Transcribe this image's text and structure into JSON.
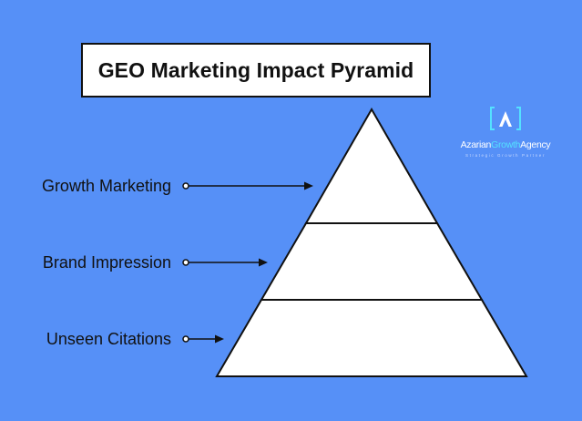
{
  "title": "GEO Marketing Impact Pyramid",
  "levels": [
    {
      "label": "Growth Marketing"
    },
    {
      "label": "Brand Impression"
    },
    {
      "label": "Unseen Citations"
    }
  ],
  "logo": {
    "mark": "A",
    "name_part1": "Azarian",
    "name_part2": "Growth",
    "name_part3": "Agency",
    "tagline": "Strategic Growth Partner"
  },
  "colors": {
    "background": "#5690f7",
    "pyramid_fill": "#ffffff",
    "stroke": "#111111",
    "logo_accent": "#54e1ff"
  }
}
